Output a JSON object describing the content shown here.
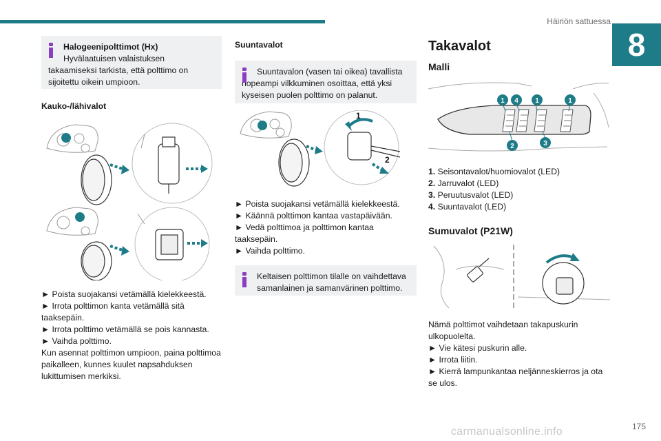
{
  "header": {
    "section_title": "Häiriön sattuessa",
    "chapter_number": "8",
    "accent_color": "#1e7c88"
  },
  "col1": {
    "info_box": {
      "title": "Halogeenipolttimot (Hx)",
      "text": "Hyvälaatuisen valaistuksen takaamiseksi tarkista, että polttimo on sijoitettu oikein ",
      "text_tail": "umpioon."
    },
    "subheading": "Kauko-/lähivalot",
    "steps": [
      "► Poista suojakansi vetämällä kielekkeestä.",
      "► Irrota polttimon kanta vetämällä sitä taaksepäin.",
      "► Irrota polttimo vetämällä se pois kannasta.",
      "► Vaihda polttimo."
    ],
    "note": "Kun asennat polttimon umpioon, paina polttimoa paikalleen, kunnes kuulet napsahduksen lukittumisen merkiksi."
  },
  "col2": {
    "subheading": "Suuntavalot",
    "info_box_1": "Suuntavalon (vasen tai oikea) tavallista nopeampi vilkkuminen osoittaa, että yksi kyseisen puolen polttimo on palanut.",
    "figure_labels": [
      "1",
      "2"
    ],
    "steps": [
      "► Poista suojakansi vetämällä kielekkeestä.",
      "► Käännä polttimon kantaa vastapäivään.",
      "► Vedä polttimoa ja polttimon kantaa taaksepäin.",
      "► Vaihda polttimo."
    ],
    "info_box_2": "Keltaisen polttimon tilalle on vaihdettava samanlainen ja samanvärinen polttimo."
  },
  "col3": {
    "heading": "Takavalot",
    "subheading": "Malli",
    "figure_labels": [
      "1",
      "4",
      "1",
      "1",
      "2",
      "3"
    ],
    "legend": [
      {
        "num": "1.",
        "text": "Seisontavalot/huomiovalot (LED)"
      },
      {
        "num": "2.",
        "text": "Jarruvalot (LED)"
      },
      {
        "num": "3.",
        "text": "Peruutusvalot (LED)"
      },
      {
        "num": "4.",
        "text": "Suuntavalot (LED)"
      }
    ],
    "subheading_2": "Sumuvalot (P21W)",
    "paragraph": "Nämä polttimot vaihdetaan takapuskurin ulkopuolelta.",
    "steps": [
      "► Vie kätesi puskurin alle.",
      "► Irrota liitin.",
      "► Kierrä lampunkantaa neljänneskierros ja ota se ulos."
    ]
  },
  "footer": {
    "page_number": "175",
    "watermark": "carmanualsonline.info"
  }
}
